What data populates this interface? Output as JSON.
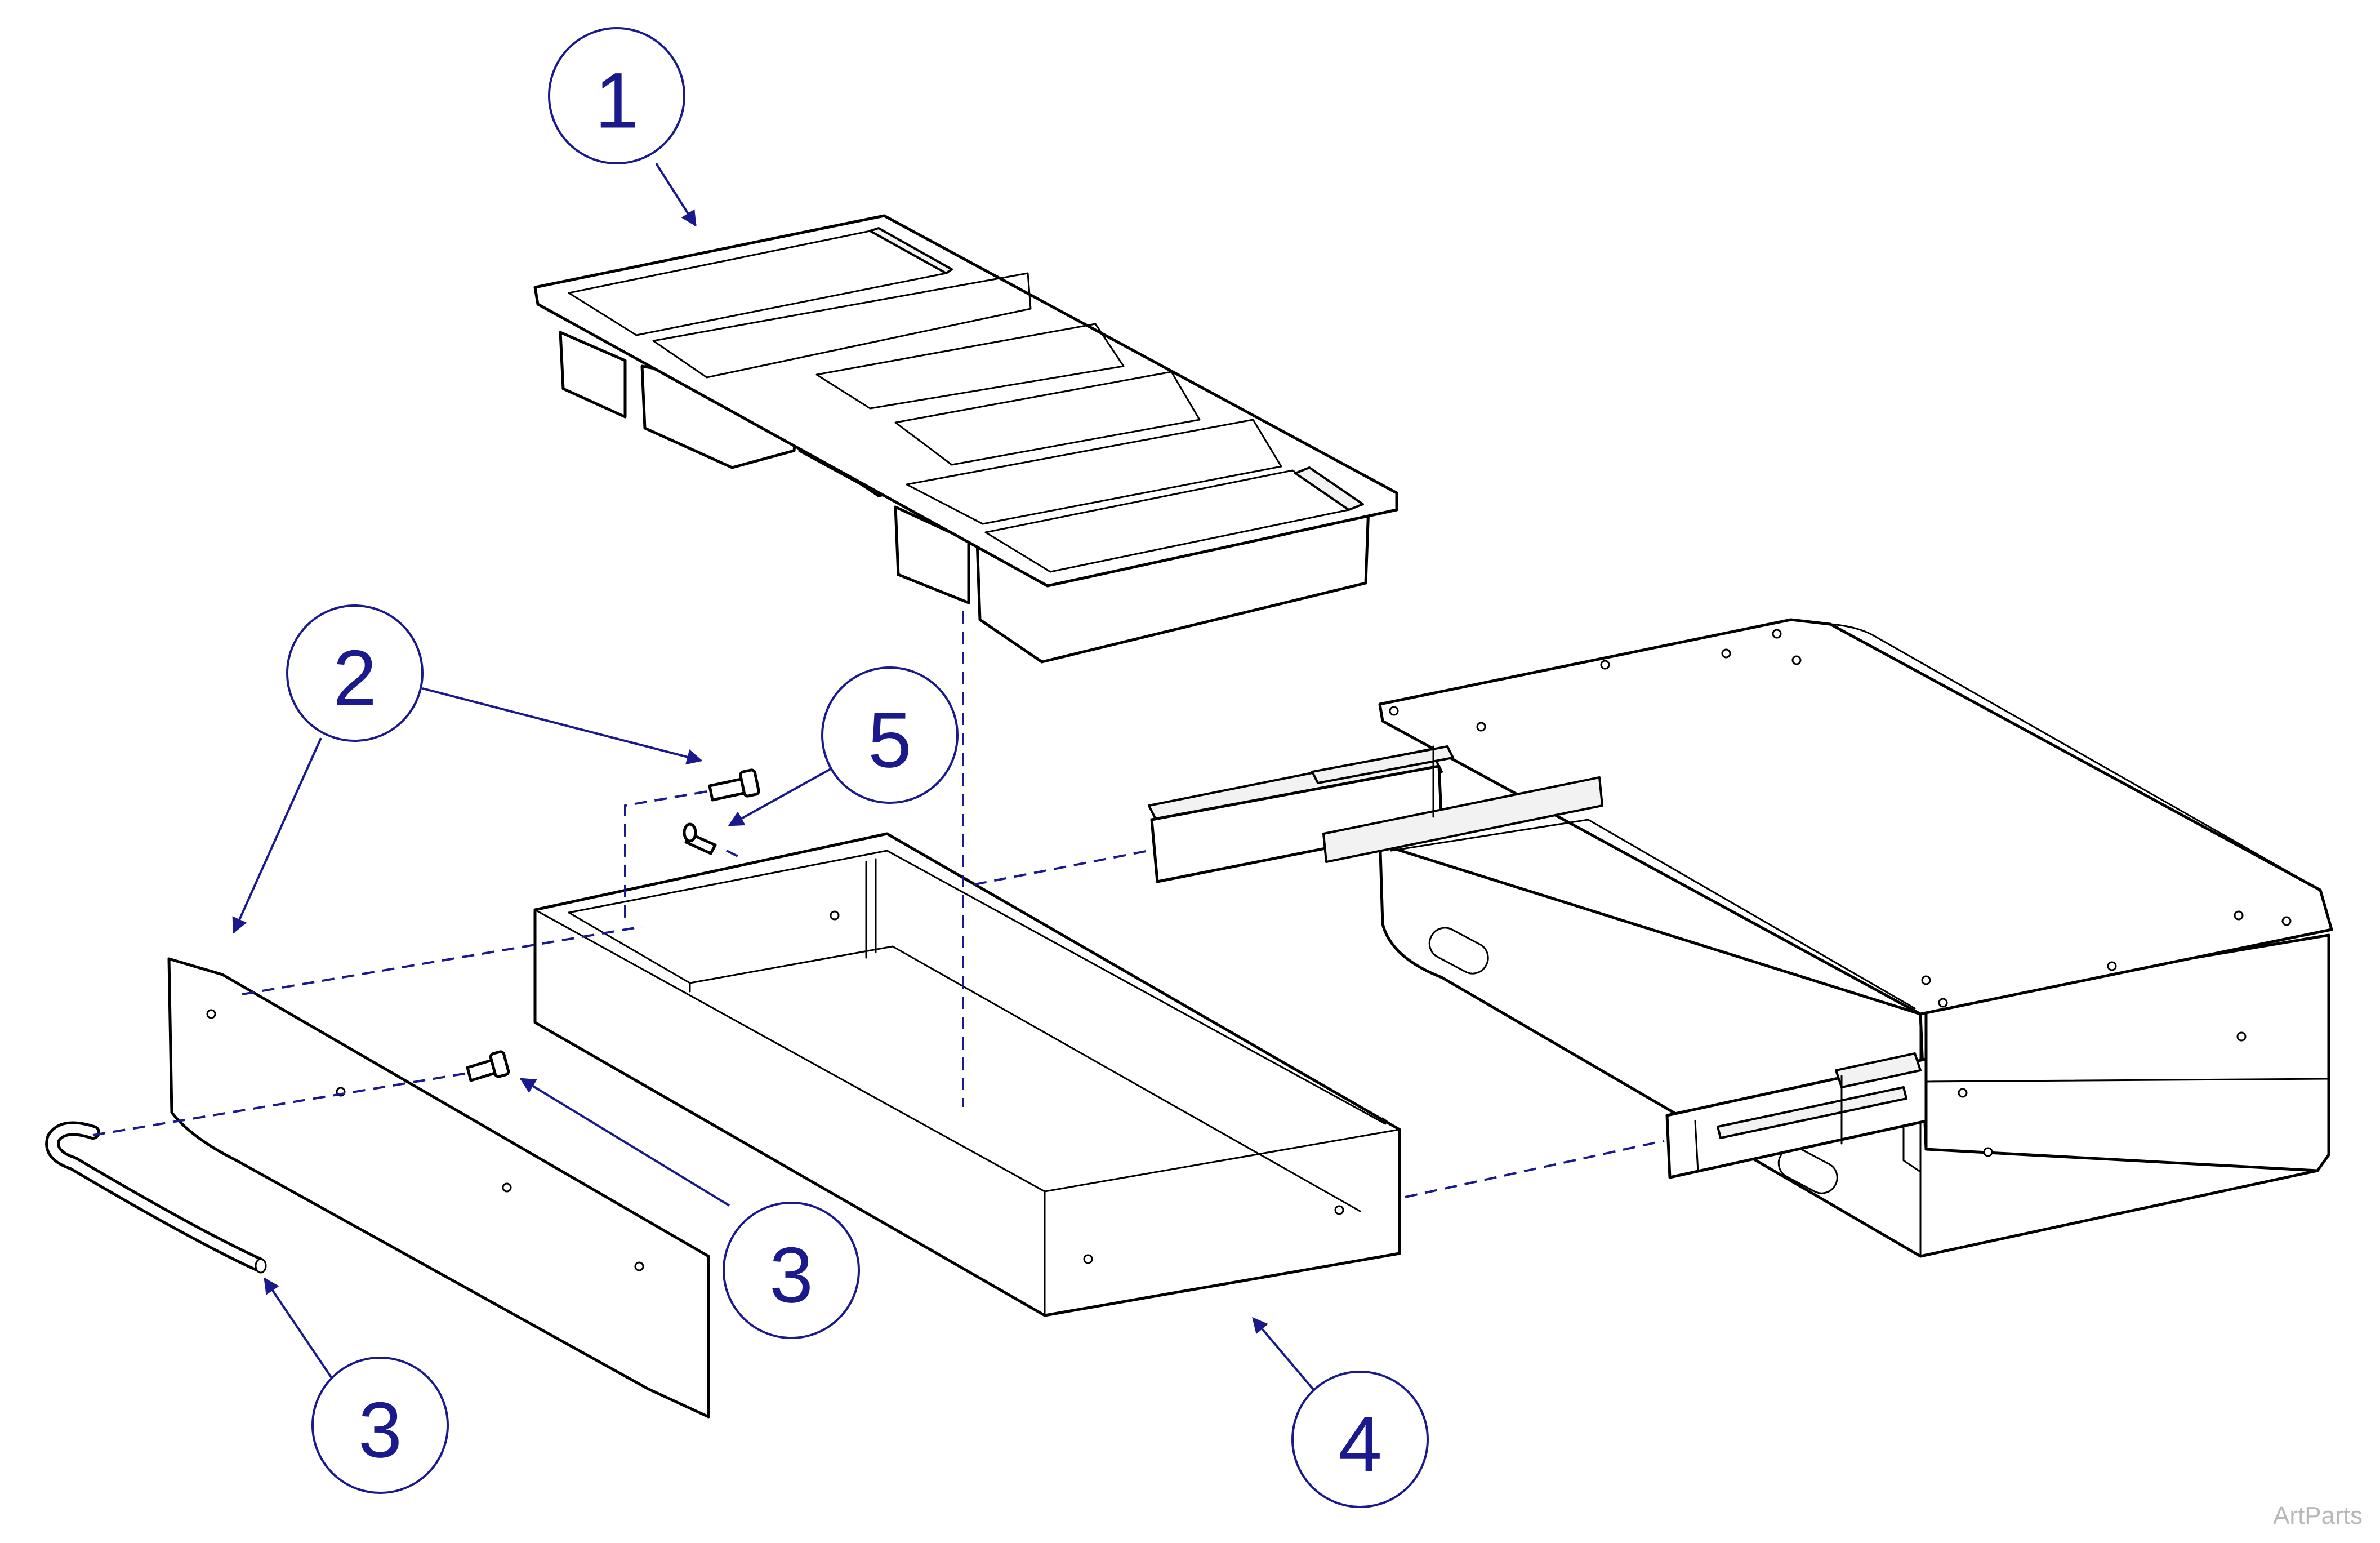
{
  "diagram": {
    "callouts": [
      {
        "id": "c1",
        "label": "1"
      },
      {
        "id": "c2",
        "label": "2"
      },
      {
        "id": "c5",
        "label": "5"
      },
      {
        "id": "c3a",
        "label": "3"
      },
      {
        "id": "c3b",
        "label": "3"
      },
      {
        "id": "c4",
        "label": "4"
      }
    ],
    "watermark": "ArtParts",
    "colors": {
      "callout": "#1a1a8c",
      "line": "#000000",
      "dash": "#1a1a8c"
    }
  }
}
